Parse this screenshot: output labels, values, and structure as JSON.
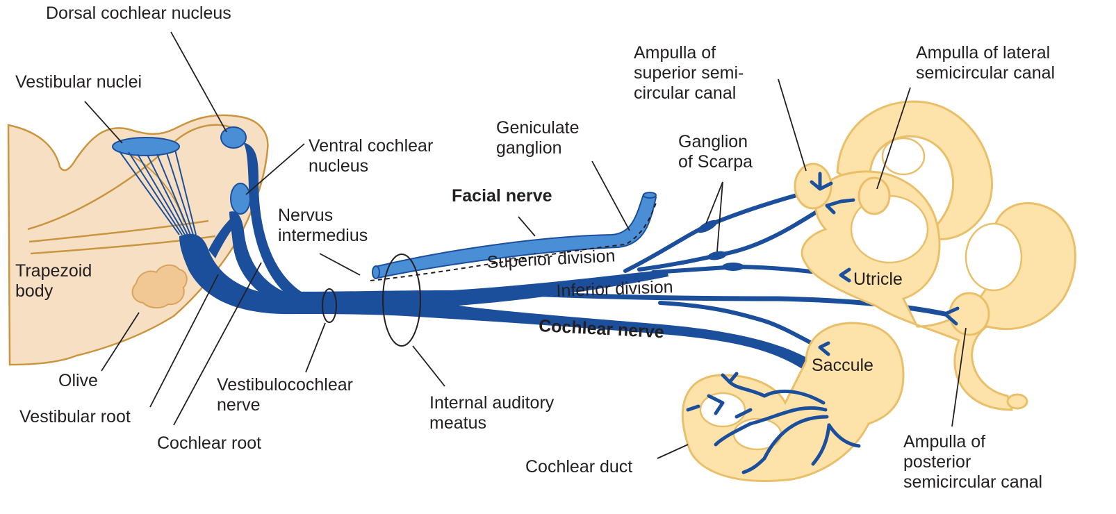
{
  "colors": {
    "nerve": "#1b4f9c",
    "nerve_light": "#4a8fd6",
    "brainstem": "#f7dfc3",
    "brainstem_outline": "#c9963f",
    "labyrinth": "#fde3a9",
    "labyrinth_outline": "#e9bf6a",
    "label": "#231f20"
  },
  "labels": {
    "dorsal_cochlear_nucleus": "Dorsal cochlear nucleus",
    "vestibular_nuclei": "Vestibular nuclei",
    "ventral_cochlear_nucleus": [
      "Ventral cochlear",
      "nucleus"
    ],
    "nervus_intermedius": [
      "Nervus",
      "intermedius"
    ],
    "trapezoid_body": [
      "Trapezoid",
      "body"
    ],
    "olive": "Olive",
    "vestibular_root": "Vestibular root",
    "cochlear_root": "Cochlear root",
    "vestibulocochlear_nerve": [
      "Vestibulocochlear",
      "nerve"
    ],
    "internal_auditory_meatus": [
      "Internal auditory",
      "meatus"
    ],
    "facial_nerve": "Facial nerve",
    "geniculate_ganglion": [
      "Geniculate",
      "ganglion"
    ],
    "superior_division": "Superior division",
    "inferior_division": "Inferior division",
    "cochlear_nerve": "Cochlear nerve",
    "ganglion_of_scarpa": [
      "Ganglion",
      "of Scarpa"
    ],
    "ampulla_superior": [
      "Ampulla of",
      "superior semi-",
      "circular canal"
    ],
    "ampulla_lateral": [
      "Ampulla of lateral",
      "semicircular canal"
    ],
    "utricle": "Utricle",
    "saccule": "Saccule",
    "cochlear_duct": "Cochlear duct",
    "ampulla_posterior": [
      "Ampulla of",
      "posterior",
      "semicircular canal"
    ]
  }
}
